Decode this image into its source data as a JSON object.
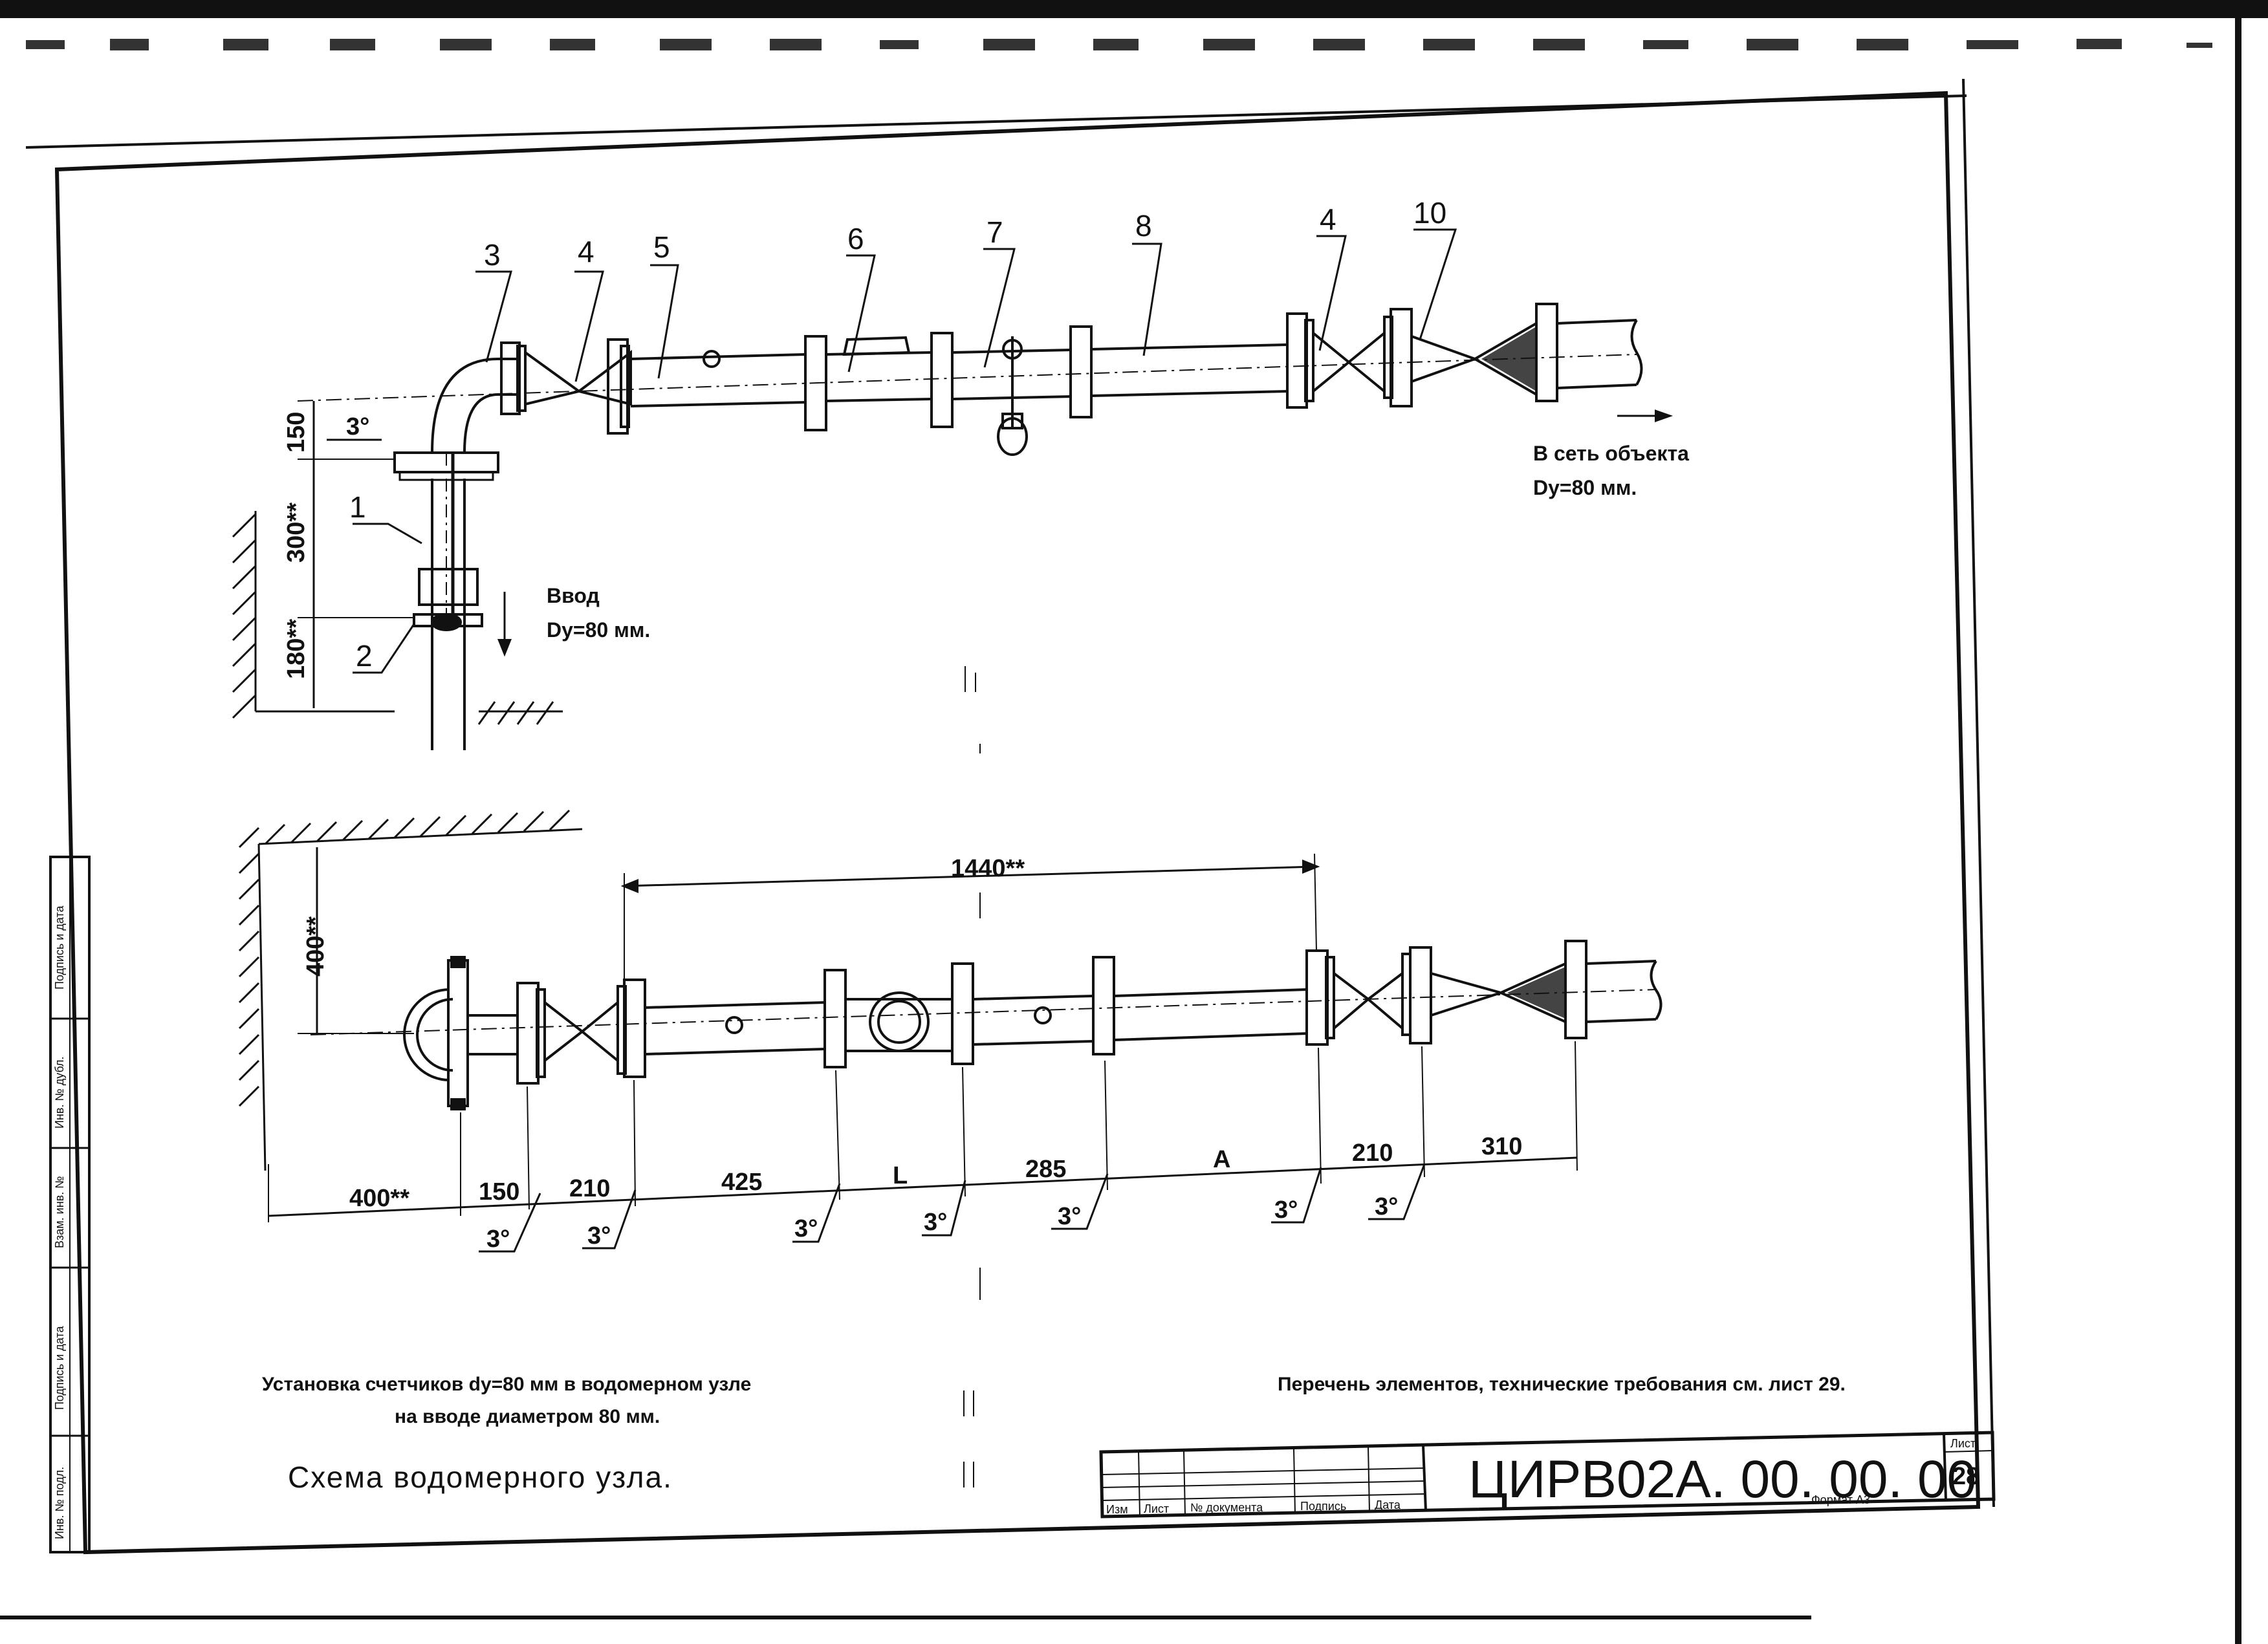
{
  "scheme_top": {
    "callouts": [
      "1",
      "2",
      "3",
      "4",
      "5",
      "6",
      "7",
      "8",
      "4",
      "10"
    ],
    "angle": "3°",
    "vertical_dims": [
      "150",
      "300**",
      "180**"
    ],
    "inlet_label": "Ввод",
    "inlet_size": "Dy=80 мм.",
    "outlet_label": "В сеть объекта",
    "outlet_size": "Dy=80 мм."
  },
  "scheme_bottom": {
    "height_dim": "400**",
    "span_dim": "1440**",
    "chain_dims": [
      "400**",
      "150",
      "210",
      "425",
      "L",
      "285",
      "A",
      "210",
      "310"
    ],
    "angle": "3°"
  },
  "captions": {
    "caption_line1": "Установка счетчиков dy=80 мм в водомерном узле",
    "caption_line2": "на вводе диаметром 80 мм.",
    "title": "Схема водомерного узла.",
    "reference": "Перечень элементов, технические требования см. лист 29."
  },
  "stamp": {
    "code": "ЦИРВ02А. 00. 00. 00",
    "sheet_label": "Лист",
    "sheet_number": "28",
    "cols": [
      "Изм",
      "Лист",
      "№ документа",
      "Подпись",
      "Дата"
    ],
    "format": "Формат А3"
  },
  "side_stamp": [
    "Подпись и дата",
    "Инв. № дубл.",
    "Взам. инв. №",
    "Подпись и дата",
    "Инв. № подл."
  ]
}
